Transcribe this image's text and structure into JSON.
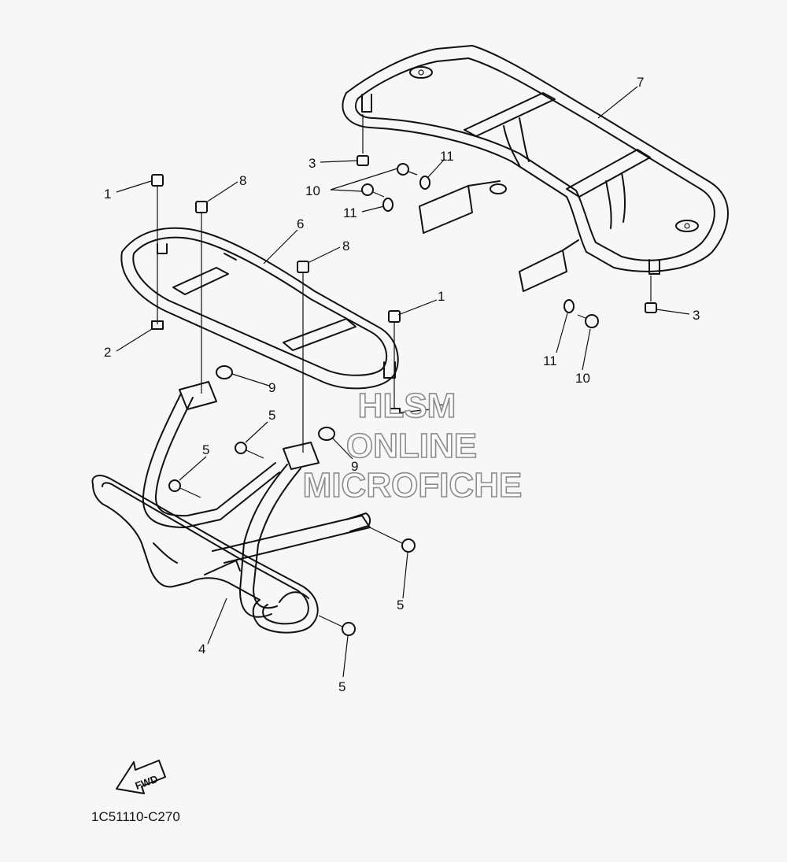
{
  "diagram": {
    "callouts": [
      "1",
      "2",
      "3",
      "4",
      "5",
      "6",
      "7",
      "8",
      "9",
      "10",
      "11"
    ],
    "diagram_code": "1C51110-C270",
    "fwd_label": "FWD"
  },
  "watermark": {
    "line1": "HLSM",
    "line2": "ONLINE",
    "line3": "MICROFICHE"
  }
}
